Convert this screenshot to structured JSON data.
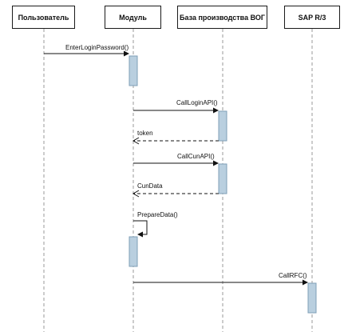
{
  "participants": [
    {
      "id": "user",
      "label": "Пользователь"
    },
    {
      "id": "module",
      "label": "Модуль"
    },
    {
      "id": "db",
      "label": "База производства ВОГ"
    },
    {
      "id": "sap",
      "label": "SAP R/3"
    }
  ],
  "messages": [
    {
      "label": "EnterLoginPassword()",
      "from": "user",
      "to": "module",
      "kind": "sync"
    },
    {
      "label": "CallLoginAPI()",
      "from": "module",
      "to": "db",
      "kind": "sync"
    },
    {
      "label": "token",
      "from": "db",
      "to": "module",
      "kind": "return"
    },
    {
      "label": "CallCunAPI()",
      "from": "module",
      "to": "db",
      "kind": "sync"
    },
    {
      "label": "CunData",
      "from": "db",
      "to": "module",
      "kind": "return"
    },
    {
      "label": "PrepareData()",
      "from": "module",
      "to": "module",
      "kind": "self"
    },
    {
      "label": "CallRFC()",
      "from": "module",
      "to": "sap",
      "kind": "sync"
    }
  ],
  "colors": {
    "lifeline": "#9a9a9a",
    "activation_fill": "#b9cfdf",
    "activation_border": "#7f9fb7",
    "arrow": "#111111"
  }
}
